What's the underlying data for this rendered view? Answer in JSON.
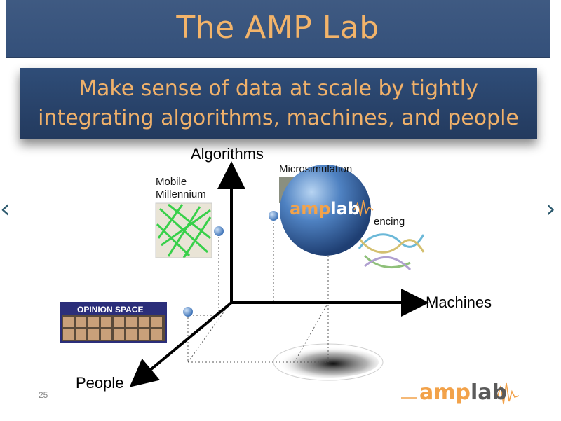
{
  "slide": {
    "title": "The AMP Lab",
    "banner_line1": "Make sense of data at scale by tightly",
    "banner_line2": "integrating algorithms, machines, and people",
    "page_number": "25",
    "nav_prev": "‹",
    "nav_next": "›"
  },
  "diagram": {
    "axis_algorithms": "Algorithms",
    "axis_machines": "Machines",
    "axis_people": "People",
    "label_mobile_1": "Mobile",
    "label_mobile_2": "Millennium",
    "label_microsim": "Microsimulation",
    "label_sequencing": "encing",
    "opinion_space": "OPINION SPACE",
    "sphere_logo_amp": "amp",
    "sphere_logo_lab": "lab"
  },
  "logo": {
    "amp": "amp",
    "lab": "lab"
  },
  "colors": {
    "title_bar": "#3f5a82",
    "title_text": "#f3b46a",
    "banner": "#2a4470",
    "sphere": "#4a7ab8",
    "accent_orange": "#f2a24a"
  }
}
